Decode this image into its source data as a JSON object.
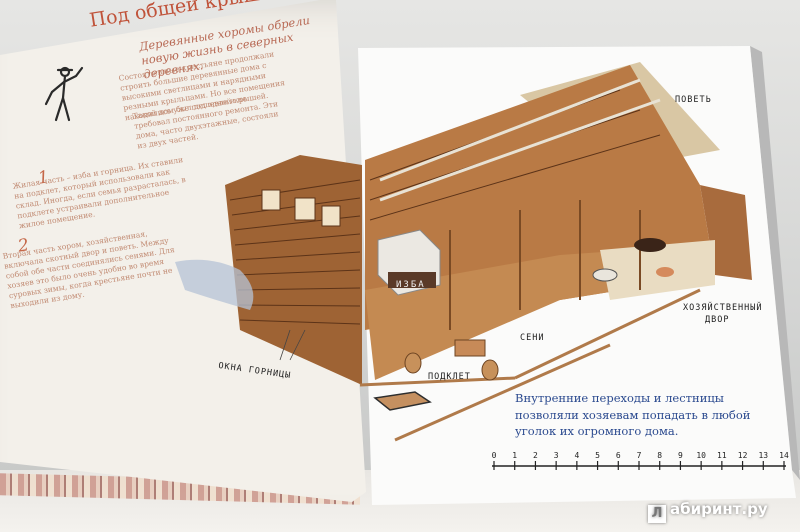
{
  "left_page": {
    "title": "Под общей крышей",
    "subtitle": "Деревянные хоромы обрели новую жизнь в северных деревнях.",
    "paragraph_1": "Состоятельные крестьяне продолжали строить большие деревянные дома с высокими светлицами и нарядными резными крыльцами. Но все помещения находились уже под одной крышей.",
    "paragraph_2": "Такой дом был дешевле и не требовал постоянного ремонта. Эти дома, часто двухэтажные, состояли из двух частей.",
    "number_1": "1",
    "paragraph_3": "Жилая часть – изба и горница. Их ставили на подклет, который использовали как склад. Иногда, если семья разрасталась, в подклете устраивали дополнительное жилое помещение.",
    "number_2": "2",
    "paragraph_4": "Вторая часть хором, хозяйственная, включала скотный двор и поветь. Между собой обе части соединялись сенями. Для хозяев это было очень удобно во время суровых зимы, когда крестьяне почти не выходили из дому."
  },
  "labels": {
    "povet": "ПОВЕТЬ",
    "izba": "ИЗБА",
    "dvor_line1": "ХОЗЯЙСТВЕННЫЙ",
    "dvor_line2": "ДВОР",
    "seni": "СЕНИ",
    "podklet": "ПОДКЛЕТ",
    "okna": "ОКНА ГОРНИЦЫ"
  },
  "caption": "Внутренние переходы и лестницы позволяли хозяевам попадать в любой уголок их огромного дома.",
  "scale": {
    "ticks": [
      "0",
      "1",
      "2",
      "3",
      "4",
      "5",
      "6",
      "7",
      "8",
      "9",
      "10",
      "11",
      "12",
      "13",
      "14"
    ]
  },
  "watermark": {
    "mark": "Л",
    "text": "абиринт.ру"
  },
  "colors": {
    "title": "#c0533a",
    "body_text": "#c18a72",
    "caption": "#2b4a8f",
    "wood": "#a0673a"
  }
}
